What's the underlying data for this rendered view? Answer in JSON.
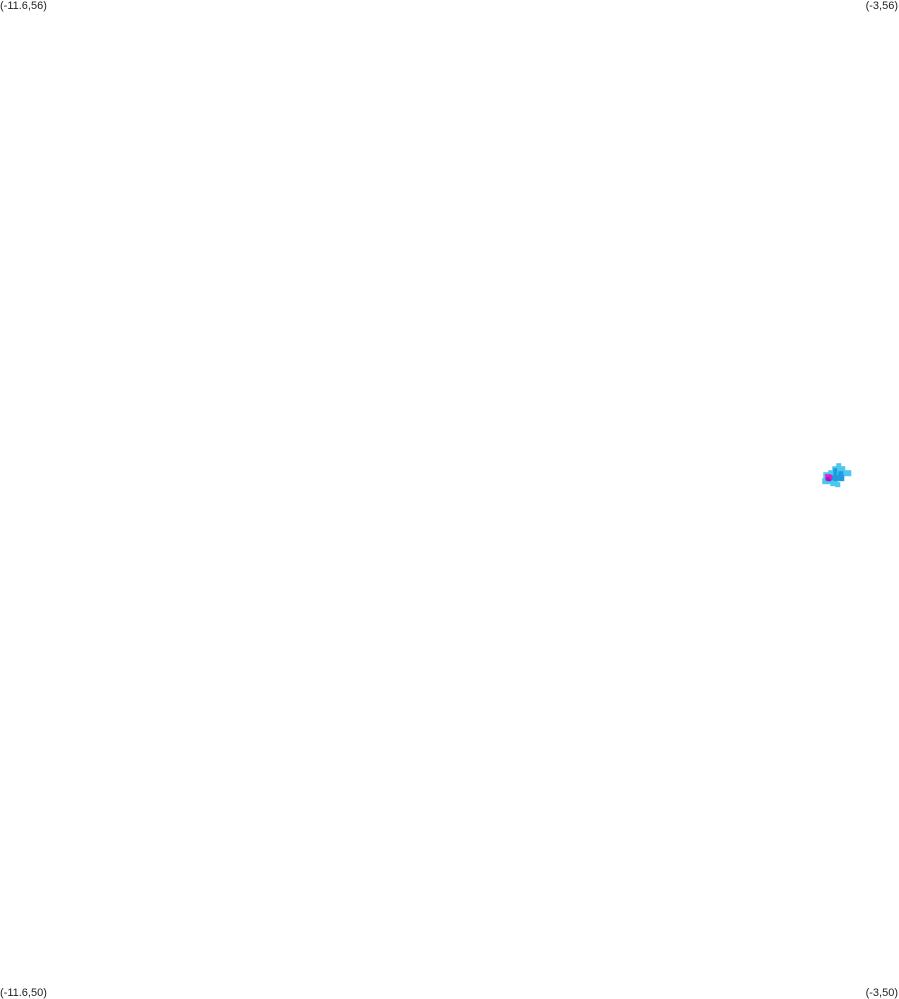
{
  "corners": {
    "top_left": "(-11.6,56)",
    "top_right": "(-3,56)",
    "bottom_left": "(-11.6,50)",
    "bottom_right": "(-3,50)"
  },
  "extent": {
    "lon_min": -11.6,
    "lon_max": -3,
    "lat_min": 50,
    "lat_max": 56
  },
  "blob": {
    "center_lon": -3.6,
    "center_lat": 53.14,
    "colors": {
      "outer": "#4cc8f0",
      "mid": "#1e9be0",
      "core": "#e020c8",
      "core_dark": "#a018c0"
    }
  }
}
